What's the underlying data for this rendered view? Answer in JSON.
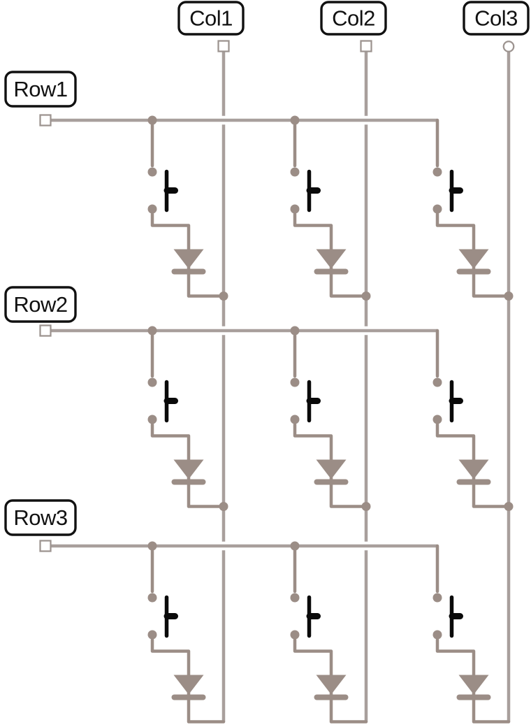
{
  "schematic": {
    "description": "3x3 keyboard matrix schematic with switches and diodes",
    "column_labels": [
      "Col1",
      "Col2",
      "Col3"
    ],
    "row_labels": [
      "Row1",
      "Row2",
      "Row3"
    ],
    "colors": {
      "wire": "#a89f9c",
      "component": "#9b8d86",
      "switch_actuator": "#0a0a0a",
      "label_border": "#111111",
      "label_text": "#111111",
      "pin_stroke": "#9c938f",
      "background": "#ffffff"
    }
  }
}
